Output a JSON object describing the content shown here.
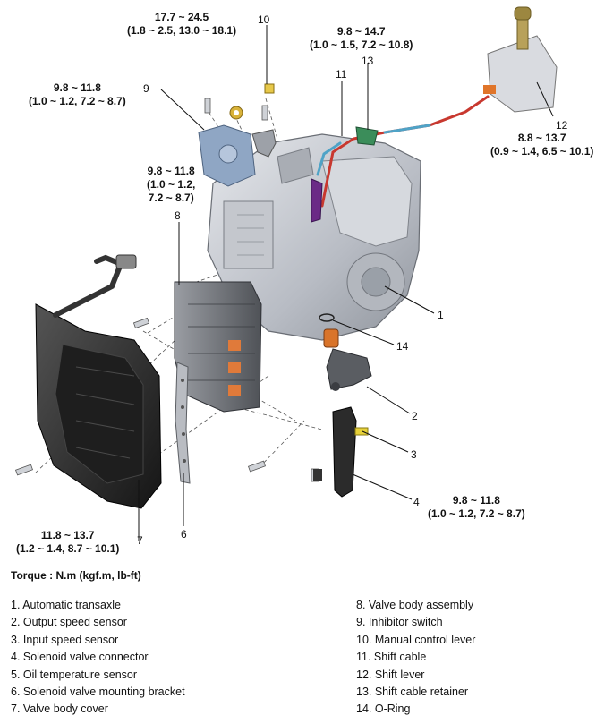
{
  "torque_specs": {
    "t10": {
      "line1": "17.7 ~ 24.5",
      "line2": "(1.8 ~ 2.5, 13.0 ~ 18.1)"
    },
    "t13": {
      "line1": "9.8 ~ 14.7",
      "line2": "(1.0 ~ 1.5, 7.2 ~ 10.8)"
    },
    "t9": {
      "line1": "9.8 ~ 11.8",
      "line2": "(1.0 ~ 1.2, 7.2 ~ 8.7)"
    },
    "t8": {
      "line1": "9.8 ~ 11.8",
      "line2": "(1.0 ~ 1.2,",
      "line3": "7.2 ~ 8.7)"
    },
    "t12": {
      "line1": "8.8 ~ 13.7",
      "line2": "(0.9 ~ 1.4, 6.5 ~ 10.1)"
    },
    "t4": {
      "line1": "9.8 ~ 11.8",
      "line2": "(1.0 ~ 1.2, 7.2 ~ 8.7)"
    },
    "t7": {
      "line1": "11.8 ~ 13.7",
      "line2": "(1.2 ~ 1.4, 8.7 ~ 10.1)"
    }
  },
  "callouts": {
    "n1": "1",
    "n2": "2",
    "n3": "3",
    "n4": "4",
    "n6": "6",
    "n7": "7",
    "n8": "8",
    "n9": "9",
    "n10": "10",
    "n11": "11",
    "n12": "12",
    "n13": "13",
    "n14": "14"
  },
  "legend": {
    "title": "Torque : N.m (kgf.m, lb-ft)",
    "left": [
      "1. Automatic transaxle",
      "2. Output speed sensor",
      "3. Input speed sensor",
      "4. Solenoid valve connector",
      "5. Oil temperature sensor",
      "6. Solenoid valve mounting bracket",
      "7. Valve body cover"
    ],
    "right": [
      "8. Valve body assembly",
      "9. Inhibitor switch",
      "10. Manual control lever",
      "11. Shift cable",
      "12. Shift lever",
      "13. Shift cable retainer",
      "14. O-Ring"
    ]
  },
  "colors": {
    "transaxle": "#c9ccd2",
    "valve_cover": "#2b2b2b",
    "inhibitor": "#8fa6c4",
    "shift_cable": "#c8382f",
    "retainer": "#3b8d5a",
    "sensor": "#d9742a"
  }
}
